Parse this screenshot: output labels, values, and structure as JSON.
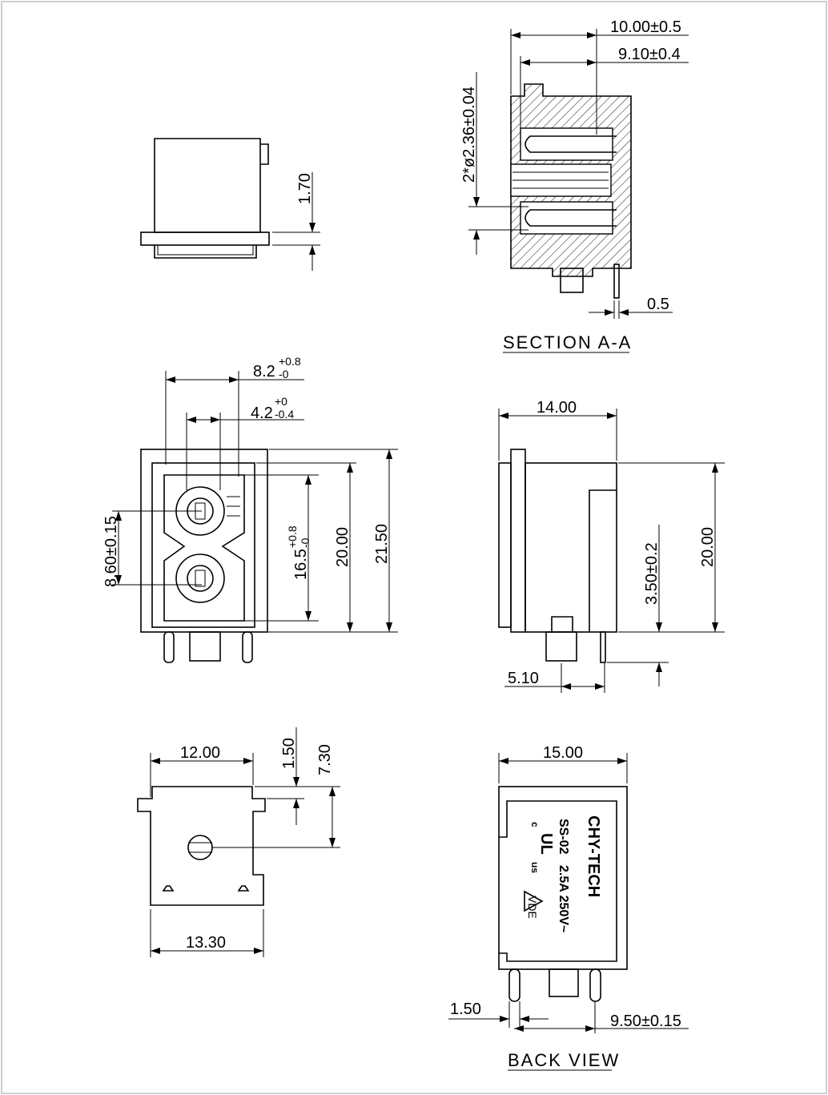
{
  "views": {
    "section_title": "SECTION A-A",
    "back_title": "BACK VIEW"
  },
  "dims": {
    "top_h": "1.70",
    "sec_w1": "10.00±0.5",
    "sec_w2": "9.10±0.4",
    "sec_hole": "2*ø2.36±0.04",
    "sec_pin": "0.5",
    "front_w1_base": "8.2",
    "front_w1_tol_up": "+0.8",
    "front_w1_tol_dn": "-0",
    "front_w2_base": "4.2",
    "front_w2_tol_up": "+0",
    "front_w2_tol_dn": "-0.4",
    "front_pitch": "8.60±0.15",
    "front_h1_base": "16.5",
    "front_h1_tol_up": "+0.8",
    "front_h1_tol_dn": "-0",
    "front_h2": "20.00",
    "front_h3": "21.50",
    "side_w": "14.00",
    "side_h": "20.00",
    "side_step": "3.50±0.2",
    "side_pin": "5.10",
    "bottom_w1": "12.00",
    "bottom_w2": "13.30",
    "bottom_h1": "1.50",
    "bottom_h2": "7.30",
    "back_w": "15.00",
    "back_pin_w": "1.50",
    "back_pitch": "9.50±0.15"
  },
  "label": {
    "brand": "CHY-TECH",
    "model": "SS-02",
    "rating": "2.5A 250V~",
    "ul_c": "c",
    "ul_us": "us",
    "vde": "VDE"
  }
}
